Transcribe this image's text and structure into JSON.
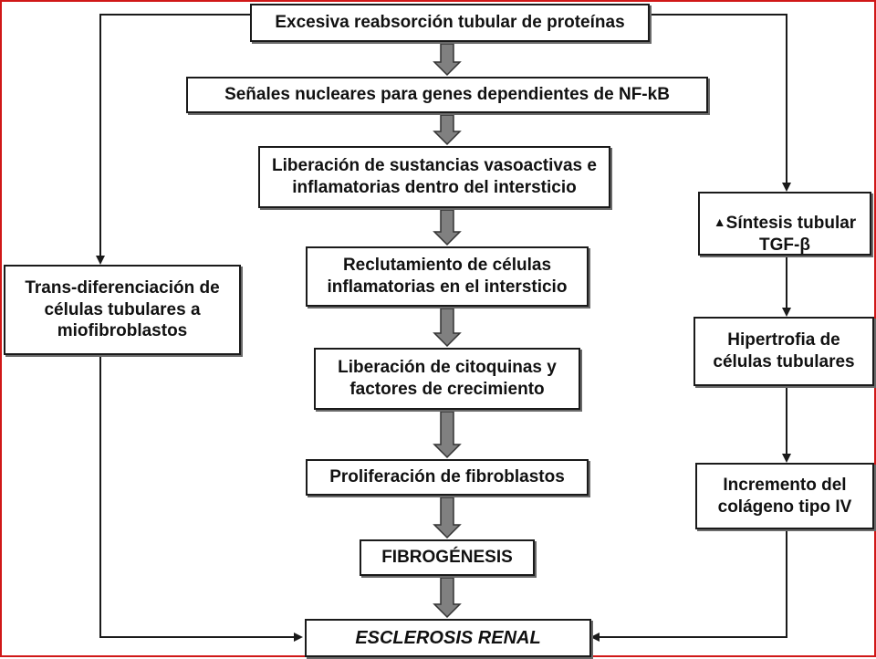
{
  "colors": {
    "frame": "#d01818",
    "box_border": "#1a1a1a",
    "text": "#111111",
    "arrow_fill": "#808080",
    "arrow_stroke": "#333333",
    "line": "#1a1a1a"
  },
  "nodes": {
    "excess_reabsorption": "Excesiva reabsorción tubular de proteínas",
    "nuclear_signals": "Señales nucleares para genes dependientes de  NF-kB",
    "vasoactive_release": "Liberación de sustancias vasoactivas e\ninflamatorias dentro del intersticio",
    "inflammatory_recruitment": "Reclutamiento de células\ninflamatorias en el intersticio",
    "cytokine_release": "Liberación de citoquinas y\nfactores de crecimiento",
    "fibroblast_proliferation": "Proliferación de fibroblastos",
    "fibrogenesis": "FIBROGÉNESIS",
    "renal_sclerosis": "ESCLEROSIS RENAL",
    "transdifferentiation": "Trans-diferenciación de\ncélulas tubulares a\nmiofibroblastos",
    "tgf_synthesis": "Síntesis tubular\nTGF-β",
    "tubular_hypertrophy": "Hipertrofia de\ncélulas tubulares",
    "collagen_increase": "Incremento del\ncolágeno tipo IV"
  },
  "icons": {
    "up_arrow": "▲"
  }
}
